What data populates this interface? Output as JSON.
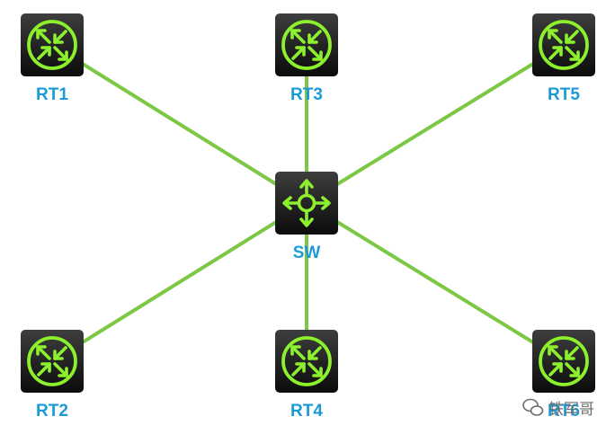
{
  "colors": {
    "link": "#7cc845",
    "device_top": "#3e3e3e",
    "device_bottom": "#0b0b0b",
    "icon": "#8df02c",
    "label": "#1a9ad6",
    "watermark": "#6d6d6d"
  },
  "nodes": [
    {
      "id": "RT1",
      "label": "RT1",
      "kind": "router",
      "icon": "router-icon"
    },
    {
      "id": "RT3",
      "label": "RT3",
      "kind": "router",
      "icon": "router-icon"
    },
    {
      "id": "RT5",
      "label": "RT5",
      "kind": "router",
      "icon": "router-icon"
    },
    {
      "id": "SW",
      "label": "SW",
      "kind": "switch",
      "icon": "l3-switch-icon"
    },
    {
      "id": "RT2",
      "label": "RT2",
      "kind": "router",
      "icon": "router-icon"
    },
    {
      "id": "RT4",
      "label": "RT4",
      "kind": "router",
      "icon": "router-icon"
    },
    {
      "id": "RT6",
      "label": "RT6",
      "kind": "router",
      "icon": "router-icon"
    }
  ],
  "links": [
    [
      "SW",
      "RT1"
    ],
    [
      "SW",
      "RT3"
    ],
    [
      "SW",
      "RT5"
    ],
    [
      "SW",
      "RT2"
    ],
    [
      "SW",
      "RT4"
    ],
    [
      "SW",
      "RT6"
    ]
  ],
  "watermark": {
    "text": "铁军哥",
    "icon": "wechat-icon"
  }
}
